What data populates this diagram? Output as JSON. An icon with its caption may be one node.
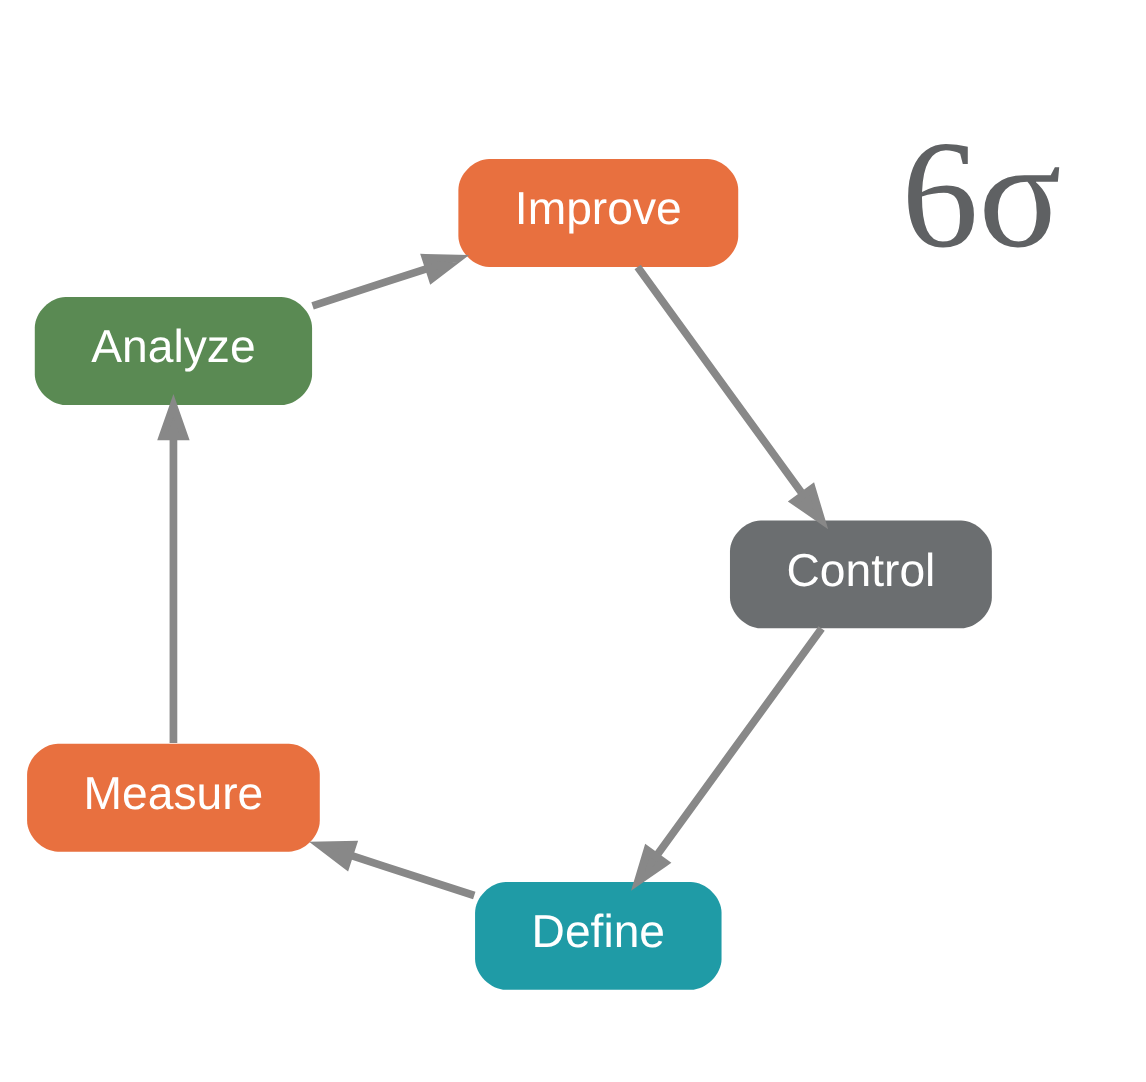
{
  "diagram": {
    "nodes": [
      {
        "text": [
          "Define"
        ]
      },
      {
        "text": [
          "Measure"
        ]
      },
      {
        "text": [
          "Analyze"
        ]
      },
      {
        "text": [
          "Improve"
        ]
      },
      {
        "text": [
          "Control"
        ]
      }
    ],
    "edges": [
      {
        "from": 0,
        "to": 1,
        "arrow": "to"
      },
      {
        "from": 1,
        "to": 2,
        "arrow": "to"
      },
      {
        "from": 2,
        "to": 3,
        "arrow": "to"
      },
      {
        "from": 3,
        "to": 4,
        "arrow": "to"
      },
      {
        "from": 4,
        "to": 0,
        "arrow": "to"
      }
    ],
    "labels": [
      "6σ"
    ]
  }
}
